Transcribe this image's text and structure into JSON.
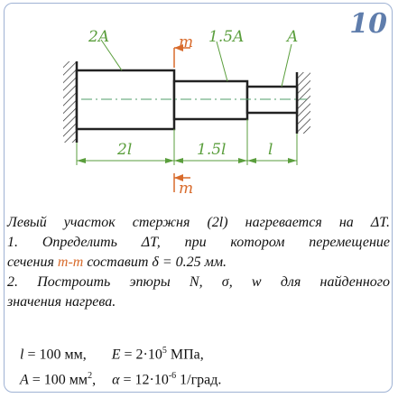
{
  "problem_number": "10",
  "figure": {
    "area_left": "2A",
    "area_middle": "1.5A",
    "area_right": "A",
    "section_label_top": "m",
    "section_label_bottom": "m",
    "length_left": "2l",
    "length_middle": "1.5l",
    "length_right": "l"
  },
  "text": {
    "line1": "Левый участок стержня (2l) нагревается на ΔT.",
    "line2": "1. Определить ΔT, при котором перемещение",
    "line3_pre": "сечения ",
    "line3_section": "m-m",
    "line3_post": " составит δ = 0.25 мм.",
    "line4": "2. Построить эпюры N, σ, w для найденного",
    "line5": "значения нагрева."
  },
  "params": {
    "l_sym": "l",
    "l_val": " = 100 мм,",
    "E_sym": "E",
    "E_val": " = 2·10",
    "E_exp": "5",
    "E_unit": " МПа,",
    "A_sym": "A",
    "A_val": " = 100 мм",
    "A_exp": "2",
    "A_tail": ",",
    "alpha_sym": "α",
    "alpha_val": " = 12·10",
    "alpha_exp": "-6",
    "alpha_unit": " 1/град."
  },
  "colors": {
    "accent_blue": "#5f7dac",
    "dimension_green": "#5a9e3c",
    "section_orange": "#d86b2c",
    "centerline": "#4f9e68"
  }
}
